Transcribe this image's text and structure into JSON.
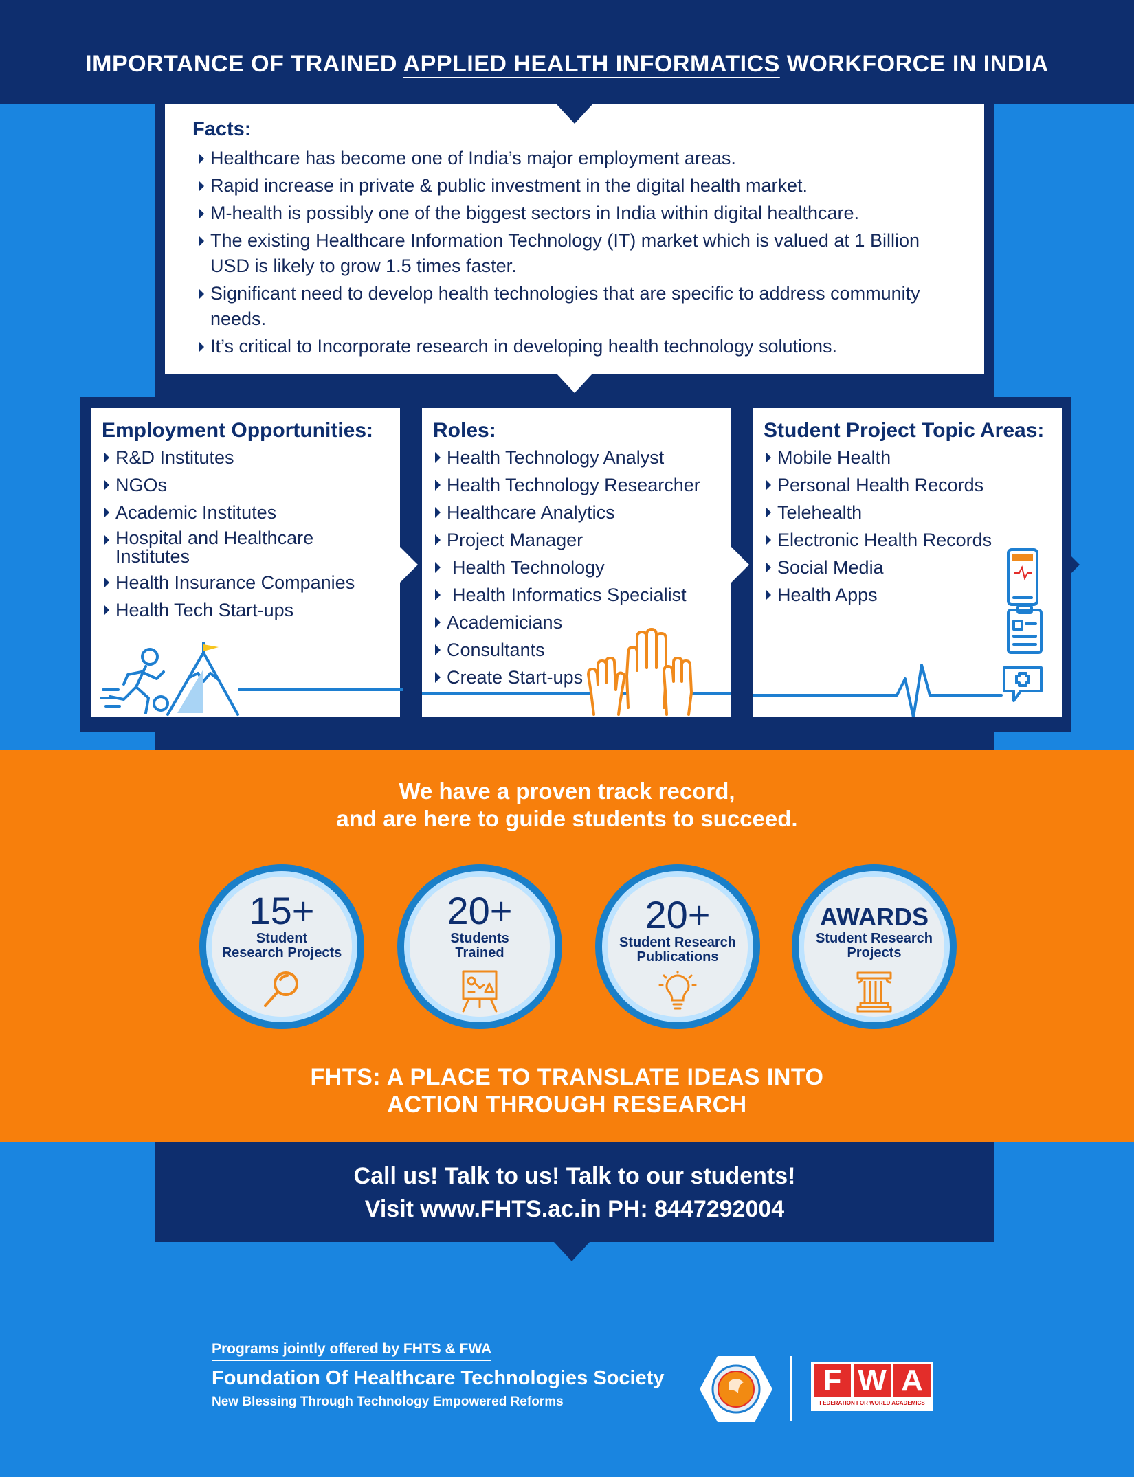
{
  "header": {
    "title_pre": "IMPORTANCE OF TRAINED ",
    "title_highlight": "APPLIED HEALTH INFORMATICS",
    "title_post": " WORKFORCE IN INDIA"
  },
  "facts": {
    "heading": "Facts:",
    "items": [
      "Healthcare has become one of India’s major employment areas.",
      "Rapid increase in private & public investment in the digital health market.",
      "M-health is possibly one of the biggest sectors in India within digital healthcare.",
      "The existing Healthcare Information Technology (IT) market which is valued at 1 Billion USD is likely to grow 1.5 times faster.",
      "Significant need to develop health technologies that are specific to address community needs.",
      "It’s critical to Incorporate research in developing health technology solutions."
    ]
  },
  "employment": {
    "heading": "Employment Opportunities:",
    "items": [
      "R&D Institutes",
      "NGOs",
      "Academic Institutes",
      "Hospital and Healthcare Institutes",
      "Health Insurance Companies",
      "Health Tech Start-ups"
    ]
  },
  "roles": {
    "heading": "Roles:",
    "items": [
      "Health Technology Analyst",
      "Health Technology Researcher",
      "Healthcare Analytics",
      "Project Manager",
      "Health Technology",
      "Health Informatics Specialist",
      "Academicians",
      "Consultants",
      "Create Start-ups"
    ]
  },
  "topics": {
    "heading": "Student Project Topic Areas:",
    "items": [
      "Mobile Health",
      "Personal Health Records",
      "Telehealth",
      "Electronic Health Records",
      "Social Media",
      "Health Apps"
    ]
  },
  "track_record": {
    "line1": "We have a proven track record,",
    "line2": "and are here to guide students to succeed."
  },
  "badges": [
    {
      "number": "15+",
      "label1": "Student",
      "label2": "Research Projects",
      "icon": "magnifier-icon"
    },
    {
      "number": "20+",
      "label1": "Students",
      "label2": "Trained",
      "icon": "presentation-board-icon"
    },
    {
      "number": "20+",
      "label1": "Student Research",
      "label2": "Publications",
      "icon": "lightbulb-icon"
    },
    {
      "number": "AWARDS",
      "label1": "Student Research",
      "label2": "Projects",
      "icon": "pillar-icon"
    }
  ],
  "slogan": {
    "line1": "FHTS: A PLACE TO TRANSLATE IDEAS INTO",
    "line2": "ACTION THROUGH RESEARCH"
  },
  "call": {
    "line1": "Call us! Talk to us! Talk to our students!",
    "line2": "Visit www.FHTS.ac.in  PH: 8447292004"
  },
  "footer": {
    "jointly": "Programs jointly offered by FHTS & FWA",
    "org_name": "Foundation Of Healthcare Technologies Society",
    "org_tagline": "New Blessing Through Technology Empowered Reforms",
    "fwa_letters": [
      "F",
      "W",
      "A"
    ],
    "fwa_caption": "FEDERATION FOR WORLD ACADEMICS"
  },
  "colors": {
    "navy": "#0e2e6e",
    "blue": "#1a85e0",
    "orange": "#f77f0c",
    "icon_orange": "#f08a1c",
    "icon_blue": "#1e7fd1"
  }
}
